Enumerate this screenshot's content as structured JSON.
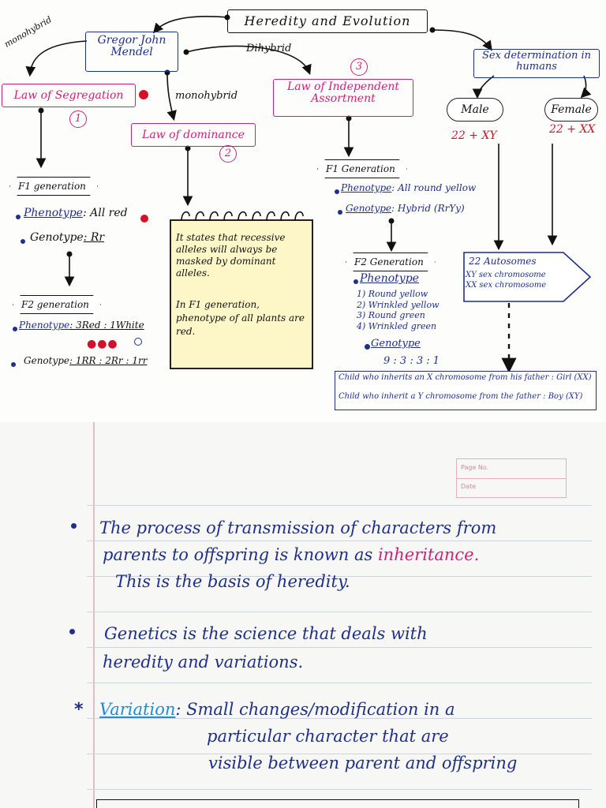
{
  "mindmap": {
    "title": "Heredity and Evolution",
    "mendel": "Gregor John Mendel",
    "monohybrid_left": "monohybrid",
    "monohybrid_mid": "monohybrid",
    "dihybrid": "Dihybrid",
    "law1": "Law of Segregation",
    "num1": "1",
    "law2": "Law of dominance",
    "num2": "2",
    "law3": "Law of Independent Assortment",
    "num3": "3",
    "f1_left": {
      "title": "F1 generation",
      "phenotype_label": "Phenotype",
      "phenotype_value": ": All red",
      "genotype_label": "Genotype",
      "genotype_value": ": Rr"
    },
    "f2_left": {
      "title": "F2 generation",
      "phenotype_label": "Phenotype",
      "phenotype_value": ": 3Red : 1White",
      "genotype_label": "Genotype",
      "genotype_value": ": 1RR : 2Rr : 1rr"
    },
    "note": {
      "line1": "It states that recessive alleles will always be masked by dominant alleles.",
      "line2": "In F1 generation, phenotype of all plants are red."
    },
    "f1_right": {
      "title": "F1 Generation",
      "phenotype_label": "Phenotype",
      "phenotype_value": ": All round yellow",
      "genotype_label": "Genotype",
      "genotype_value": ": Hybrid (RrYy)"
    },
    "f2_right": {
      "title": "F2 Generation",
      "phenotype_label": "Phenotype",
      "items": [
        "1) Round yellow",
        "2) Wrinkled yellow",
        "3) Round green",
        "4) Wrinkled green"
      ],
      "genotype_label": "Genotype",
      "ratio": "9 : 3 : 3 : 1"
    },
    "sex": {
      "title": "Sex determination in humans",
      "male": "Male",
      "female": "Female",
      "male_value": "22 + XY",
      "female_value": "22 + XX",
      "arrow_line1": "22 Autosomes",
      "arrow_line2": "XY sex chromosome",
      "arrow_line3": "XX sex chromosome",
      "bottom_line1": "Child who inherits an X chromosome from his father : Girl (XX)",
      "bottom_line2": "Child who inherit a Y chromosome from the father : Boy (XY)"
    }
  },
  "notebook": {
    "page_no": "Page No.",
    "date": "Date",
    "bullet1_a": "The process of transmission of characters from",
    "bullet1_b_pre": "parents to offspring is known as",
    "bullet1_b_hl": "inheritance.",
    "bullet1_c": "This is the basis of heredity.",
    "bullet2_a": "Genetics is the science that deals with",
    "bullet2_b": "heredity and variations.",
    "star": "*",
    "variation_term": "Variation",
    "variation_a": ": Small changes/modification in a",
    "variation_b": "particular character that are",
    "variation_c": "visible between parent and offspring"
  }
}
